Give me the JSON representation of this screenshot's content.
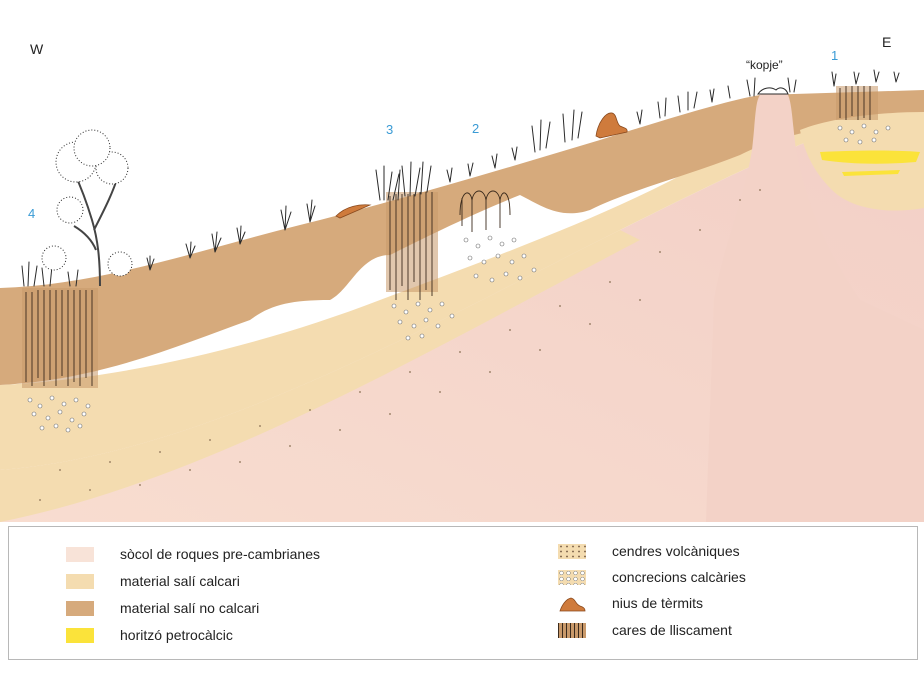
{
  "orientation": {
    "west": "W",
    "east": "E"
  },
  "site_labels": {
    "s1": "1",
    "s2": "2",
    "s3": "3",
    "s4": "4"
  },
  "kopje_label": "“kopje”",
  "colors": {
    "basement": "#f6d8c9",
    "saline_calcareous": "#f4dcb0",
    "saline_noncalcareous": "#d6aa7c",
    "petrocalcic": "#fbe33a",
    "termite": "#cf7b3c",
    "site_labels": "#3a9bd5"
  },
  "legend": {
    "items": [
      {
        "label": "sòcol de roques pre-cambrianes",
        "icon": "swatch-basement"
      },
      {
        "label": "material salí calcari",
        "icon": "swatch-saline-calcareous"
      },
      {
        "label": "material salí no calcari",
        "icon": "swatch-saline-noncalcareous"
      },
      {
        "label": "horitzó petrocàlcic",
        "icon": "swatch-petrocalcic"
      },
      {
        "label": "cendres volcàniques",
        "icon": "swatch-volcanic-ash"
      },
      {
        "label": "concrecions calcàries",
        "icon": "swatch-calcareous-concretions"
      },
      {
        "label": "nius de tèrmits",
        "icon": "termite-mound-icon"
      },
      {
        "label": "cares de lliscament",
        "icon": "swatch-slickensides"
      }
    ]
  }
}
